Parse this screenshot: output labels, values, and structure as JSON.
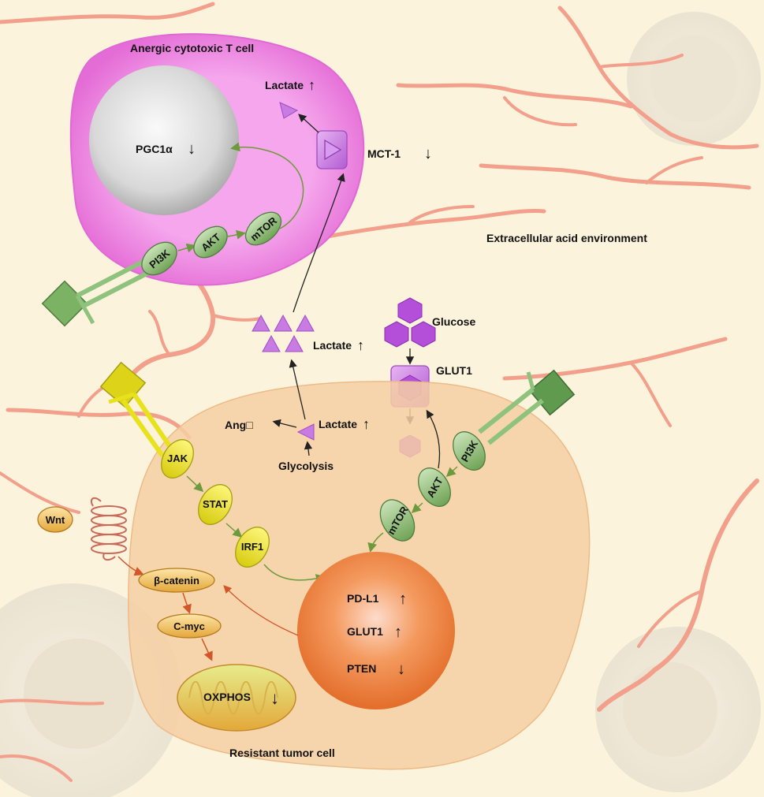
{
  "colors": {
    "background": "#fcf3dc",
    "vessel": "#f2a08c",
    "t_cell": "#f088e0",
    "tumor_cell": "#f6cfa3",
    "nucleus": "#d4d4d4",
    "tumor_nucleus": "#ef7f3c",
    "green_receptor": "#8fc27d",
    "yellow_receptor": "#e8e21c",
    "lactate": "#c77be3",
    "glucose": "#b44fd9",
    "arrow_green": "#6c9a3c",
    "arrow_orange": "#d2562a",
    "arrow_dark": "#222222"
  },
  "labels": {
    "t_cell_title": "Anergic cytotoxic T cell",
    "pgc1a": "PGC1α",
    "lactate_top": "Lactate",
    "mct1": "MCT-1",
    "extracellular": "Extracellular acid environment",
    "lactate_mid": "Lactate",
    "glucose": "Glucose",
    "glut1_transporter": "GLUT1",
    "lactate_inner": "Lactate",
    "ang": "Ang□",
    "glycolysis": "Glycolysis",
    "pdl1": "PD-L1",
    "glut1_nucleus": "GLUT1",
    "pten": "PTEN",
    "oxphos": "OXPHOS",
    "tumor_title": "Resistant tumor cell"
  },
  "nodes": {
    "pi3k_t": "PI3K",
    "akt_t": "AKT",
    "mtor_t": "mTOR",
    "jak": "JAK",
    "stat": "STAT",
    "irf1": "IRF1",
    "wnt": "Wnt",
    "beta_catenin": "β-catenin",
    "cmyc": "C-myc",
    "pi3k_tumor": "PI3K",
    "akt_tumor": "AKT",
    "mtor_tumor": "mTOR"
  },
  "arrows": {
    "up": "↑",
    "down": "↓"
  }
}
